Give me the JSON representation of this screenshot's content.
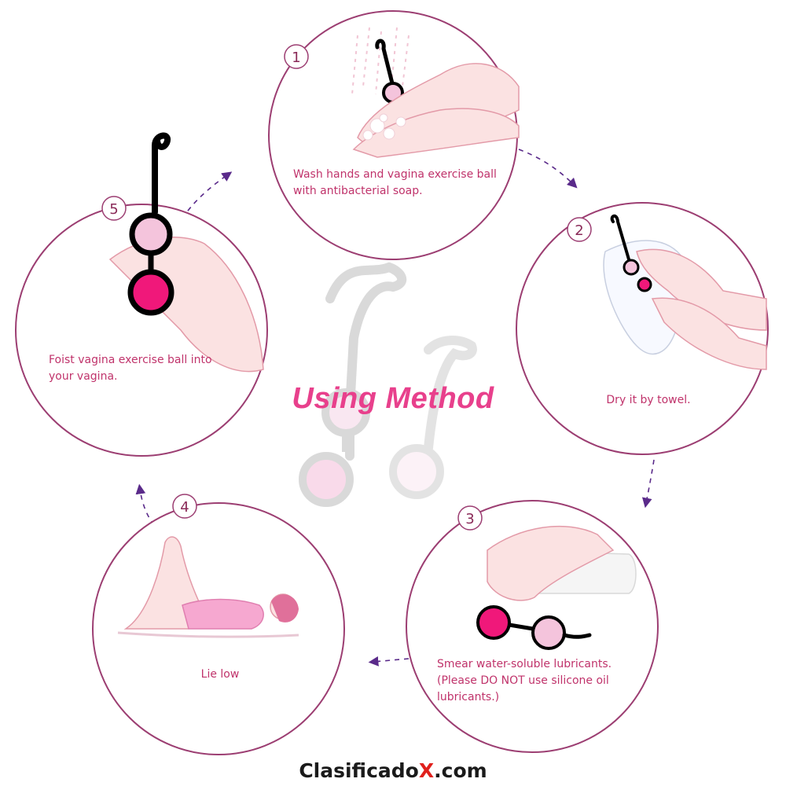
{
  "title": "Using Method",
  "steps": [
    {
      "number": "1",
      "text": "Wash hands and vagina exercise ball with antibacterial soap."
    },
    {
      "number": "2",
      "text": "Dry it by towel."
    },
    {
      "number": "3",
      "text": "Smear water-soluble lubricants. (Please DO NOT use silicone oil lubricants.)"
    },
    {
      "number": "4",
      "text": "Lie low"
    },
    {
      "number": "5",
      "text": "Foist vagina exercise ball into your vagina."
    }
  ],
  "watermark": {
    "prefix": "Clasificado",
    "accent": "X",
    "suffix": ".com"
  },
  "colors": {
    "circle_stroke": "#9c3e72",
    "arrow": "#5a2a8a",
    "title": "#e8408c",
    "step_text": "#c0336b",
    "ball_dark_pink": "#f0187a",
    "ball_light_pink": "#f4c4dc",
    "string": "#000000",
    "skin": "#fbe2e2",
    "watermark_accent": "#e0201c"
  }
}
